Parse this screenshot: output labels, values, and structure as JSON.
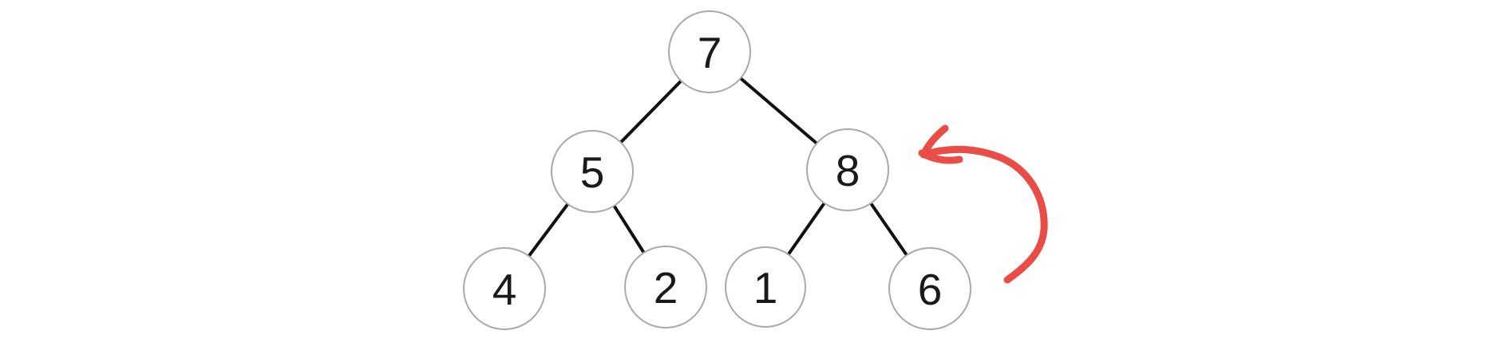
{
  "figure": {
    "kind": "binary-tree-diagram",
    "background": "#ffffff",
    "colors": {
      "node_fill": "#ffffff",
      "node_stroke": "#a9a9a9",
      "edge_stroke": "#111111",
      "label_color": "#1a1a1a",
      "arrow_color": "#ea4c46"
    },
    "nodes": [
      {
        "id": "root",
        "label": "7"
      },
      {
        "id": "root-left",
        "label": "5"
      },
      {
        "id": "root-right",
        "label": "8"
      },
      {
        "id": "left-left",
        "label": "4"
      },
      {
        "id": "left-right",
        "label": "2"
      },
      {
        "id": "right-left",
        "label": "1"
      },
      {
        "id": "right-right",
        "label": "6"
      }
    ],
    "edges": [
      {
        "from": "7",
        "to": "5"
      },
      {
        "from": "7",
        "to": "8"
      },
      {
        "from": "5",
        "to": "4"
      },
      {
        "from": "5",
        "to": "2"
      },
      {
        "from": "8",
        "to": "1"
      },
      {
        "from": "8",
        "to": "6"
      }
    ],
    "annotation": {
      "type": "hand-drawn-arrow",
      "color": "#ea4c46",
      "points_at_node": "8"
    }
  }
}
